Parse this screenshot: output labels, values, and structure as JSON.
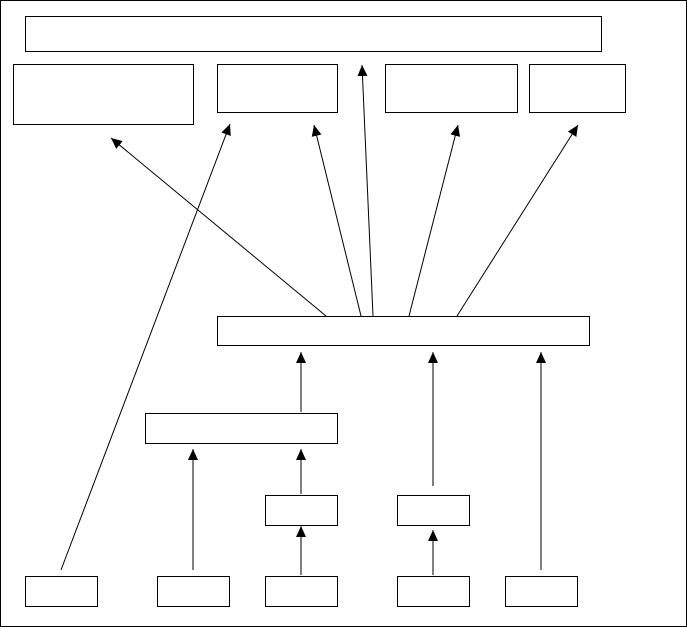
{
  "diagram": {
    "stroke_color": "#000000",
    "background_color": "#ffffff",
    "boxes": [
      {
        "id": "title-bar",
        "label": ""
      },
      {
        "id": "top-box-1",
        "label": ""
      },
      {
        "id": "top-box-2",
        "label": ""
      },
      {
        "id": "top-box-3",
        "label": ""
      },
      {
        "id": "top-box-4",
        "label": ""
      },
      {
        "id": "hub-box",
        "label": ""
      },
      {
        "id": "mid-box",
        "label": ""
      },
      {
        "id": "small-box-left",
        "label": ""
      },
      {
        "id": "small-box-right",
        "label": ""
      },
      {
        "id": "bottom-box-1",
        "label": ""
      },
      {
        "id": "bottom-box-2",
        "label": ""
      },
      {
        "id": "bottom-box-3",
        "label": ""
      },
      {
        "id": "bottom-box-4",
        "label": ""
      },
      {
        "id": "bottom-box-5",
        "label": ""
      }
    ],
    "connections": [
      {
        "from": "hub-box",
        "to": "top-box-1"
      },
      {
        "from": "bottom-box-1",
        "to": "top-box-2"
      },
      {
        "from": "hub-box",
        "to": "top-box-2"
      },
      {
        "from": "hub-box",
        "to": "title-bar"
      },
      {
        "from": "hub-box",
        "to": "top-box-3"
      },
      {
        "from": "hub-box",
        "to": "top-box-4"
      },
      {
        "from": "mid-box",
        "to": "hub-box"
      },
      {
        "from": "small-box-right",
        "to": "hub-box"
      },
      {
        "from": "bottom-box-5",
        "to": "hub-box"
      },
      {
        "from": "bottom-box-2",
        "to": "mid-box"
      },
      {
        "from": "small-box-left",
        "to": "mid-box"
      },
      {
        "from": "bottom-box-3",
        "to": "small-box-left"
      },
      {
        "from": "bottom-box-4",
        "to": "small-box-right"
      }
    ]
  }
}
